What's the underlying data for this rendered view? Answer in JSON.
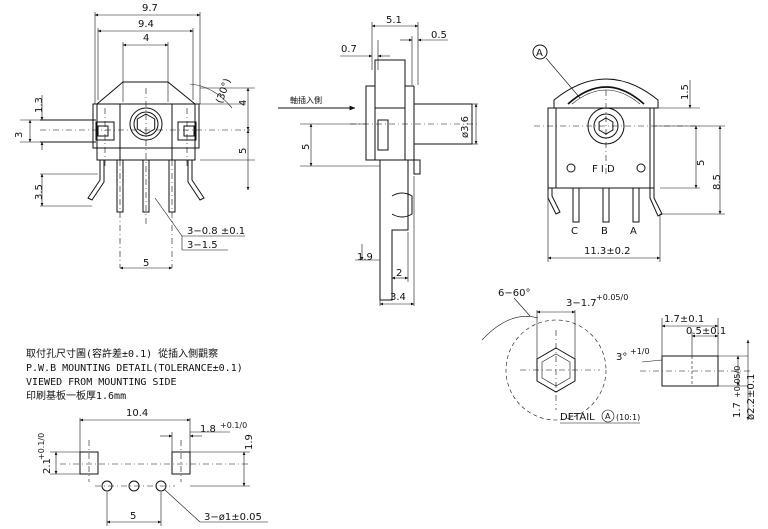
{
  "front_view": {
    "dim_9_7": "9.7",
    "dim_9_4": "9.4",
    "dim_4": "4",
    "dim_30deg": "(30°)",
    "dim_4_right": "4",
    "dim_1_3": "1.3",
    "dim_3": "3",
    "dim_5_right": "5",
    "dim_3_5": "3.5",
    "dim_pin_width": "3−0.8 ±0.1",
    "dim_pin_thick": "3−1.5",
    "dim_pitch_5": "5"
  },
  "side_view": {
    "dim_5_1": "5.1",
    "dim_0_7": "0.7",
    "dim_0_5": "0.5",
    "insert_label": "軸插入側",
    "dim_dia_3_6": "ø3.6",
    "dim_5_left": "5",
    "dim_1_9": "1.9",
    "dim_2": "2",
    "dim_3_4": "3.4"
  },
  "rear_view": {
    "callout_a": "A",
    "dim_1_5": "1.5",
    "dim_5": "5",
    "dim_8_5": "8.5",
    "dim_11_3": "11.3±0.2",
    "pin_c": "C",
    "pin_b": "B",
    "pin_a": "A",
    "marking": "F I D"
  },
  "detail_a": {
    "dim_6_60": "6−60°",
    "dim_3_1_7": "3−1.7",
    "tol_3_1_7": "+0.05/0",
    "dim_1_7": "1.7±0.1",
    "dim_0_5": "0.5±0.1",
    "dim_3deg": "3°",
    "tol_3deg": "+1/0",
    "dim_1_7_v": "1.7",
    "tol_1_7_v": "+0.05/0",
    "dim_dia_2_2": "ø2.2±0.1",
    "caption": "DETAIL",
    "caption_ref": "A",
    "caption_scale": "(10:1)"
  },
  "pcb_notes": {
    "line1": "取付孔尺寸圖(容許差±0.1) 從插入側觀察",
    "line2": "P.W.B MOUNTING DETAIL(TOLERANCE±0.1)",
    "line3": "VIEWED FROM MOUNTING SIDE",
    "line4": "印刷基板一板厚1.6mm"
  },
  "pcb_view": {
    "dim_10_4": "10.4",
    "dim_1_8": "1.8",
    "tol_1_8": "+0.1/0",
    "dim_1_9": "1.9",
    "dim_2_1": "2.1",
    "tol_2_1": "+0.1/0",
    "dim_pitch_5": "5",
    "dim_holes": "3−ø1±0.05"
  }
}
